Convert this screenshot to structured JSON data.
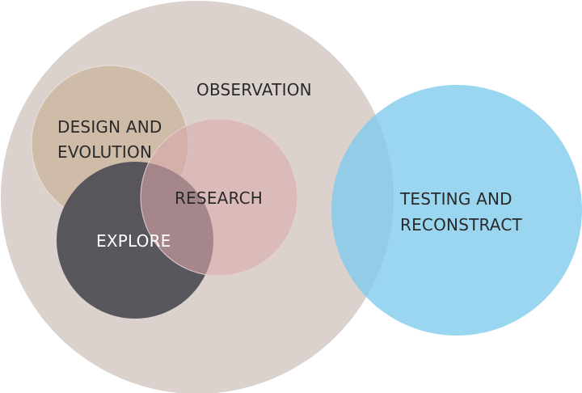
{
  "diagram": {
    "observation": {
      "label": "OBSERVATION",
      "color": "#dbd2cd"
    },
    "design_evolution": {
      "line1": "DESIGN AND",
      "line2": "EVOLUTION",
      "color": "#c9b29a"
    },
    "explore": {
      "label": "EXPLORE",
      "color": "#55535b"
    },
    "research": {
      "label": "RESEARCH",
      "color": "#d8aeb1"
    },
    "testing": {
      "line1": "TESTING AND",
      "line2": "RECONSTRACT",
      "color": "#7fcbed"
    },
    "text_color_dark": "#2a2a2a",
    "text_color_light": "#ffffff"
  }
}
